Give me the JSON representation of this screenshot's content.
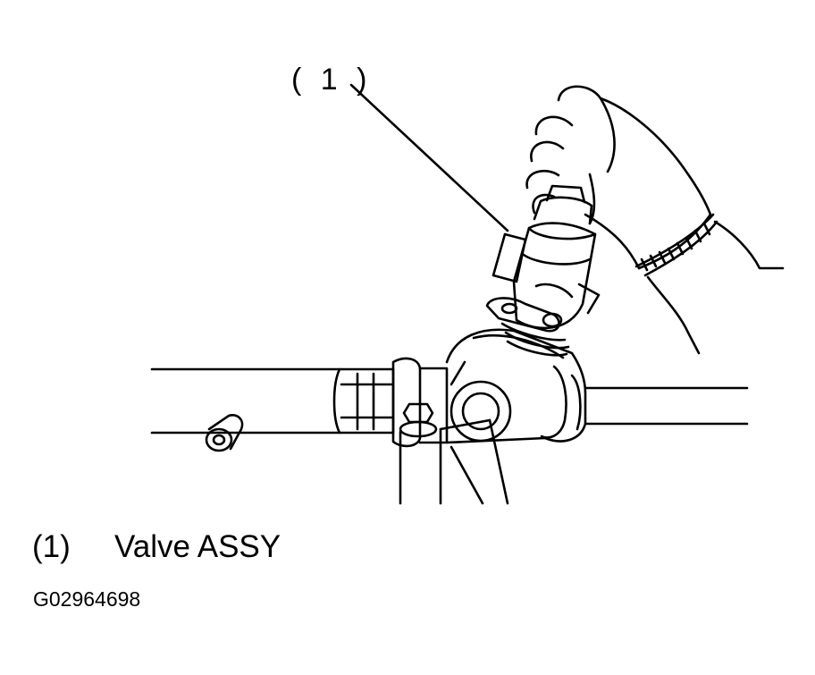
{
  "callout": {
    "label": "( 1 )"
  },
  "legend": [
    {
      "number": "(1)",
      "text": "Valve ASSY"
    }
  ],
  "figure_code": "G02964698",
  "colors": {
    "ink": "#000000",
    "paper": "#ffffff"
  }
}
